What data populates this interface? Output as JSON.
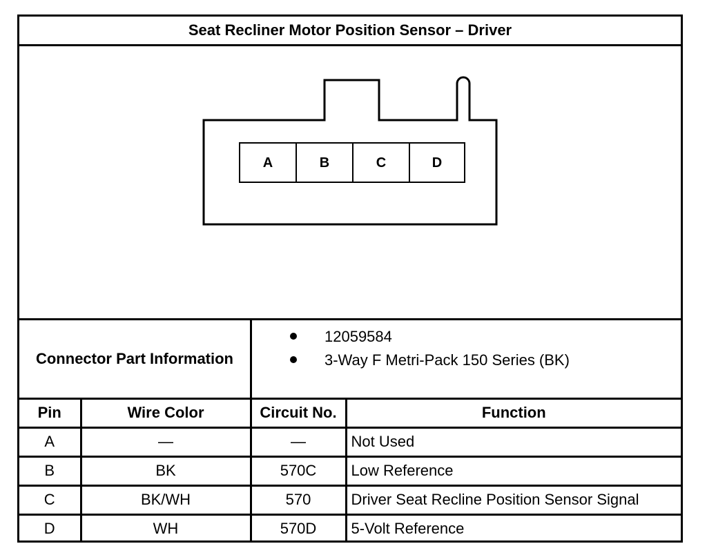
{
  "title": "Seat Recliner Motor Position Sensor – Driver",
  "connector": {
    "pins": [
      "A",
      "B",
      "C",
      "D"
    ]
  },
  "part_info": {
    "label": "Connector Part Information",
    "items": [
      "12059584",
      "3-Way F Metri-Pack 150 Series (BK)"
    ]
  },
  "table": {
    "headers": [
      "Pin",
      "Wire Color",
      "Circuit No.",
      "Function"
    ],
    "rows": [
      {
        "pin": "A",
        "wire": "—",
        "circuit": "—",
        "function": "Not Used"
      },
      {
        "pin": "B",
        "wire": "BK",
        "circuit": "570C",
        "function": "Low Reference"
      },
      {
        "pin": "C",
        "wire": "BK/WH",
        "circuit": "570",
        "function": "Driver Seat Recline Position Sensor Signal"
      },
      {
        "pin": "D",
        "wire": "WH",
        "circuit": "570D",
        "function": "5-Volt Reference"
      }
    ]
  }
}
